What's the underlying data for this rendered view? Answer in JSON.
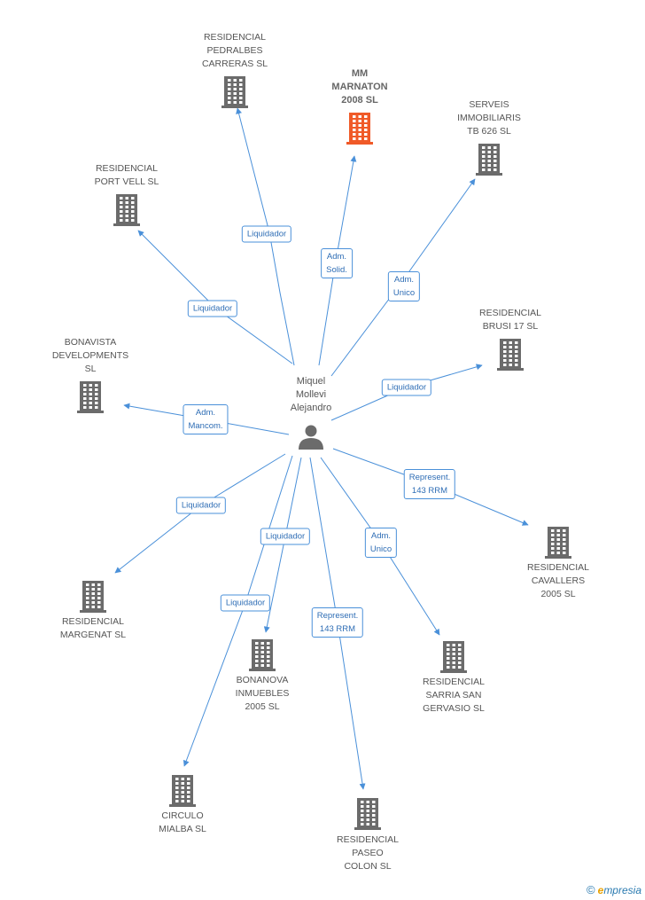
{
  "center": {
    "label": "Miquel\nMollevi\nAlejandro",
    "icon": "person-icon"
  },
  "colors": {
    "edge": "#4a90d9",
    "building": "#6b6b6b",
    "highlight": "#f05a28",
    "person": "#6b6b6b"
  },
  "nodes": [
    {
      "id": "pedralbes",
      "label": "RESIDENCIAL\nPEDRALBES\nCARRERAS SL",
      "icon": "building-icon",
      "highlight": false,
      "relation": "Liquidador"
    },
    {
      "id": "mm_marnaton",
      "label": "MM\nMARNATON\n2008 SL",
      "icon": "building-icon",
      "highlight": true,
      "relation": "Adm.\nSolid."
    },
    {
      "id": "serveis",
      "label": "SERVEIS\nIMMOBILIARIS\nTB 626 SL",
      "icon": "building-icon",
      "highlight": false,
      "relation": "Adm.\nUnico"
    },
    {
      "id": "port_vell",
      "label": "RESIDENCIAL\nPORT VELL SL",
      "icon": "building-icon",
      "highlight": false,
      "relation": "Liquidador"
    },
    {
      "id": "brusi",
      "label": "RESIDENCIAL\nBRUSI 17 SL",
      "icon": "building-icon",
      "highlight": false,
      "relation": "Liquidador"
    },
    {
      "id": "bonavista",
      "label": "BONAVISTA\nDEVELOPMENTS\nSL",
      "icon": "building-icon",
      "highlight": false,
      "relation": "Adm.\nMancom."
    },
    {
      "id": "cavallers",
      "label": "RESIDENCIAL\nCAVALLERS\n2005 SL",
      "icon": "building-icon",
      "highlight": false,
      "relation": "Represent.\n143 RRM"
    },
    {
      "id": "margenat",
      "label": "RESIDENCIAL\nMARGENAT SL",
      "icon": "building-icon",
      "highlight": false,
      "relation": "Liquidador"
    },
    {
      "id": "bonanova",
      "label": "BONANOVA\nINMUEBLES\n2005 SL",
      "icon": "building-icon",
      "highlight": false,
      "relation": "Liquidador"
    },
    {
      "id": "sarria",
      "label": "RESIDENCIAL\nSARRIA SAN\nGERVASIO SL",
      "icon": "building-icon",
      "highlight": false,
      "relation": "Adm.\nUnico"
    },
    {
      "id": "mialba",
      "label": "CIRCULO\nMIALBA SL",
      "icon": "building-icon",
      "highlight": false,
      "relation": "Liquidador"
    },
    {
      "id": "paseo_colon",
      "label": "RESIDENCIAL\nPASEO\nCOLON SL",
      "icon": "building-icon",
      "highlight": false,
      "relation": "Represent.\n143 RRM"
    }
  ],
  "footer": {
    "copyright": "©",
    "brand_first": "e",
    "brand_rest": "mpresia"
  }
}
